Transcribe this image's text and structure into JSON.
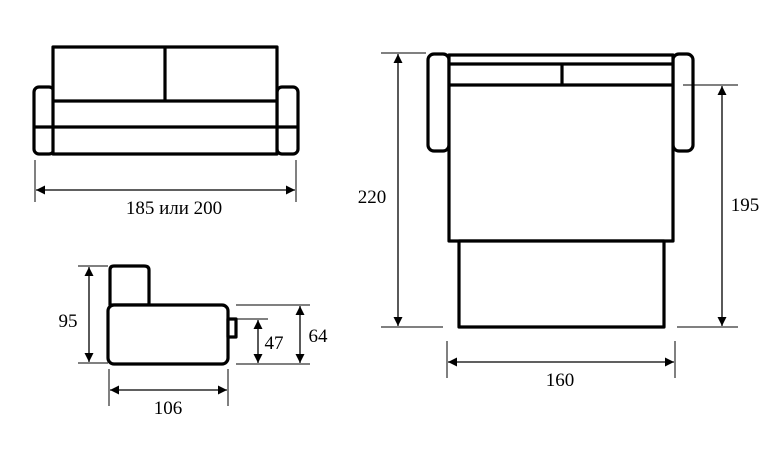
{
  "dimensions": {
    "front_width": "185 или 200",
    "side_height_total": "95",
    "side_depth": "106",
    "side_seat_height": "47",
    "side_armrest_height": "64",
    "top_length_unfolded": "220",
    "top_length_mattress": "195",
    "top_bed_width": "160"
  },
  "colors": {
    "line": "#000000",
    "background": "#ffffff"
  }
}
